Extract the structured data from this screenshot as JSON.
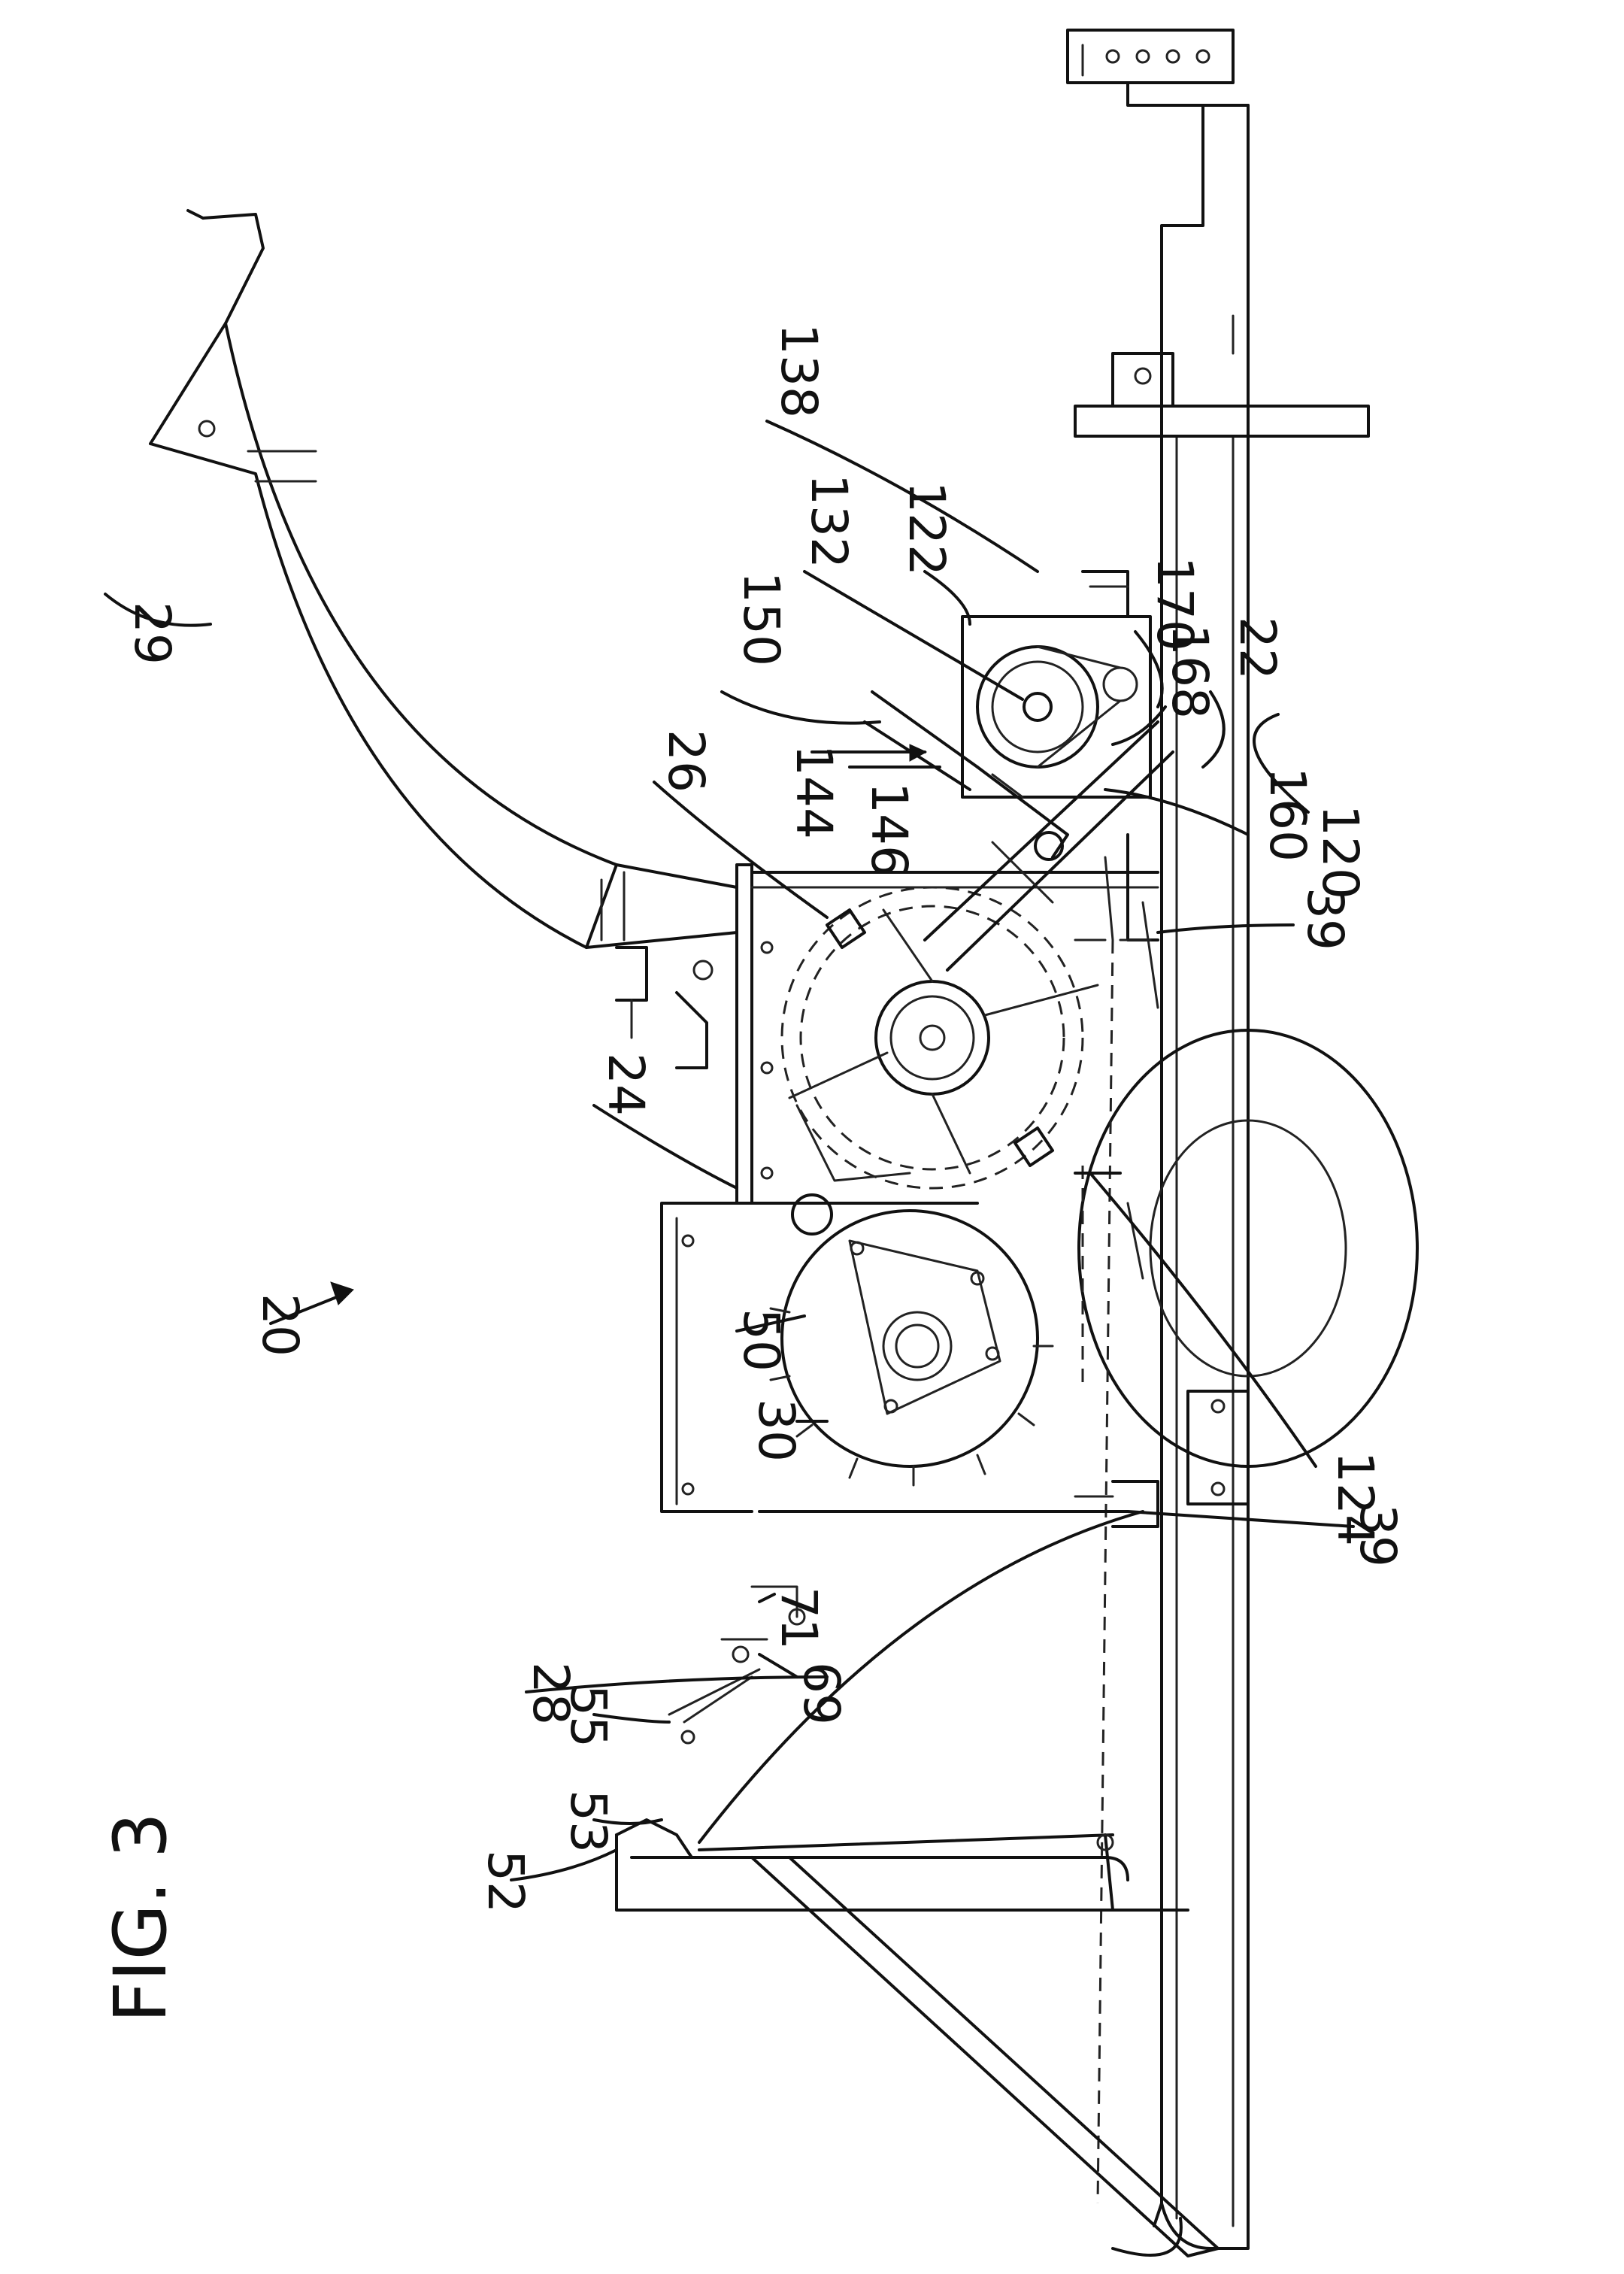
{
  "figure": {
    "label": "FIG. 3",
    "reference_numerals": {
      "n20": "20",
      "n22": "22",
      "n24": "24",
      "n26": "26",
      "n28": "28",
      "n29": "29",
      "n30": "30",
      "n39a": "39",
      "n39b": "39",
      "n50": "50",
      "n52": "52",
      "n53": "53",
      "n55": "55",
      "n69": "69",
      "n71": "71",
      "n120": "120",
      "n122": "122",
      "n124": "124",
      "n132": "132",
      "n138": "138",
      "n144": "144",
      "n146": "146",
      "n150": "150",
      "n160": "160",
      "n168": "168",
      "n170": "170"
    }
  }
}
